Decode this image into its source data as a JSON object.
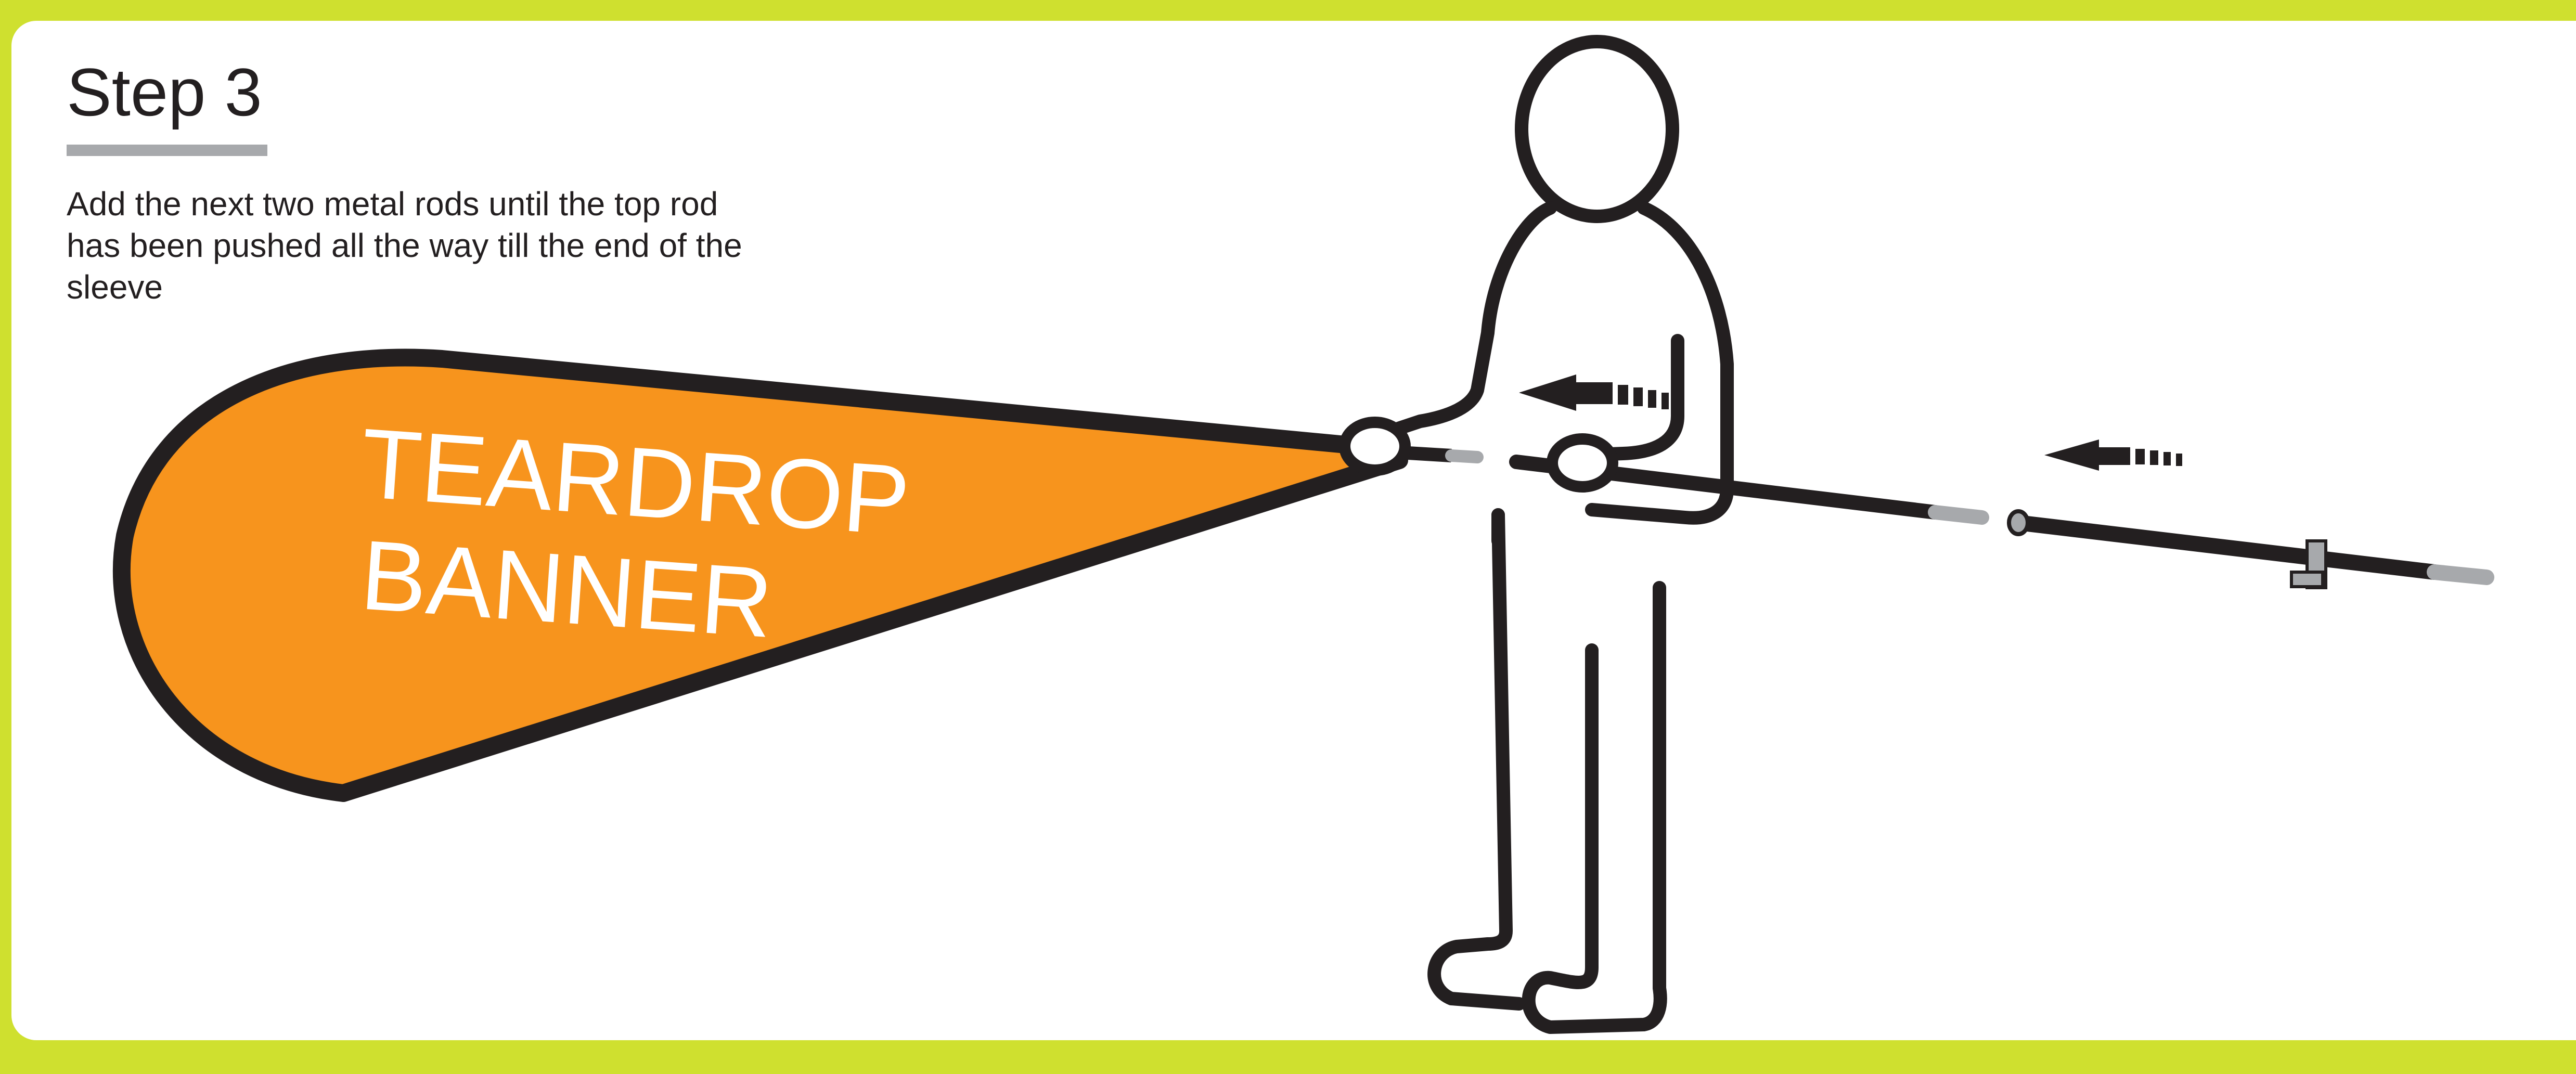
{
  "step": {
    "title": "Step 3",
    "instructions": "Add the next two metal rods until the top rod has been pushed all the way till the end of the sleeve"
  },
  "banner": {
    "line1": "TEARDROP",
    "line2": "BANNER"
  },
  "colors": {
    "frame": "#cfe02f",
    "banner_fill": "#f7941d",
    "outline": "#231f20",
    "rod_tip": "#a7a9ac",
    "underline": "#a7a9ac"
  },
  "icons": [
    "push-arrow-icon",
    "push-arrow-icon"
  ]
}
